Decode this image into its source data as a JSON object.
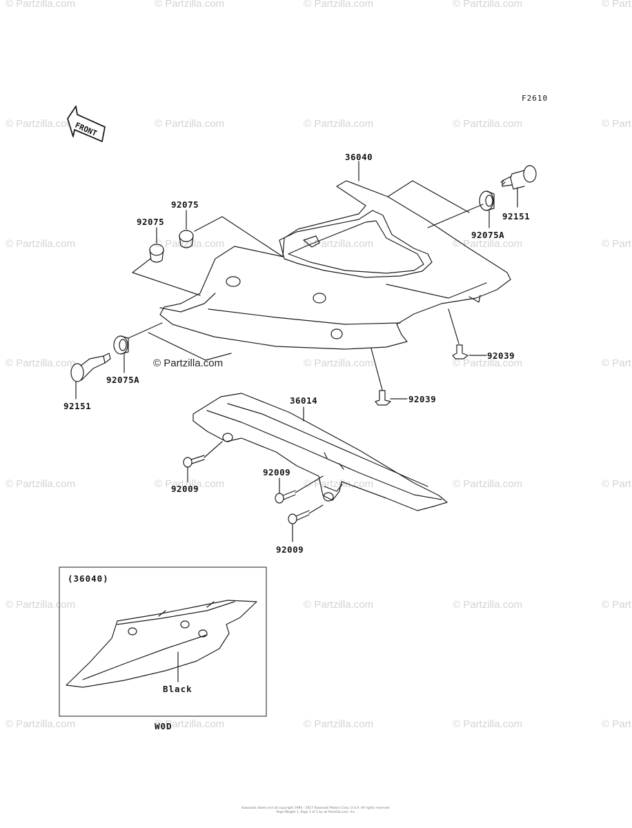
{
  "figure_code": "F2610",
  "front_label": "FRONT",
  "watermark_text": "© Partzilla.com",
  "watermark_partial": "© Part",
  "center_watermark": "© Partzilla.com",
  "parts": {
    "p36040": "36040",
    "p92151_right": "92151",
    "p92075A_right": "92075A",
    "p92075_upper": "92075",
    "p92075_lower": "92075",
    "p92039_right": "92039",
    "p92039_center": "92039",
    "p92151_left": "92151",
    "p92075A_left": "92075A",
    "p36014": "36014",
    "p92009_left": "92009",
    "p92009_mid": "92009",
    "p92009_bottom": "92009"
  },
  "inset": {
    "title": "(36040)",
    "color_label": "Black",
    "model_code": "W0D"
  },
  "footer": {
    "line1": "Kawasaki labels and all copyright 1995 - 2017 Kawasaki Motors Corp. U.S.A. All rights reserved.",
    "line2": "Page Weight 1, Page 1 of 1 by all Partzilla.com, Inc."
  },
  "colors": {
    "line": "#1a1a1a",
    "watermark": "#d3d3d3",
    "background": "#ffffff"
  }
}
